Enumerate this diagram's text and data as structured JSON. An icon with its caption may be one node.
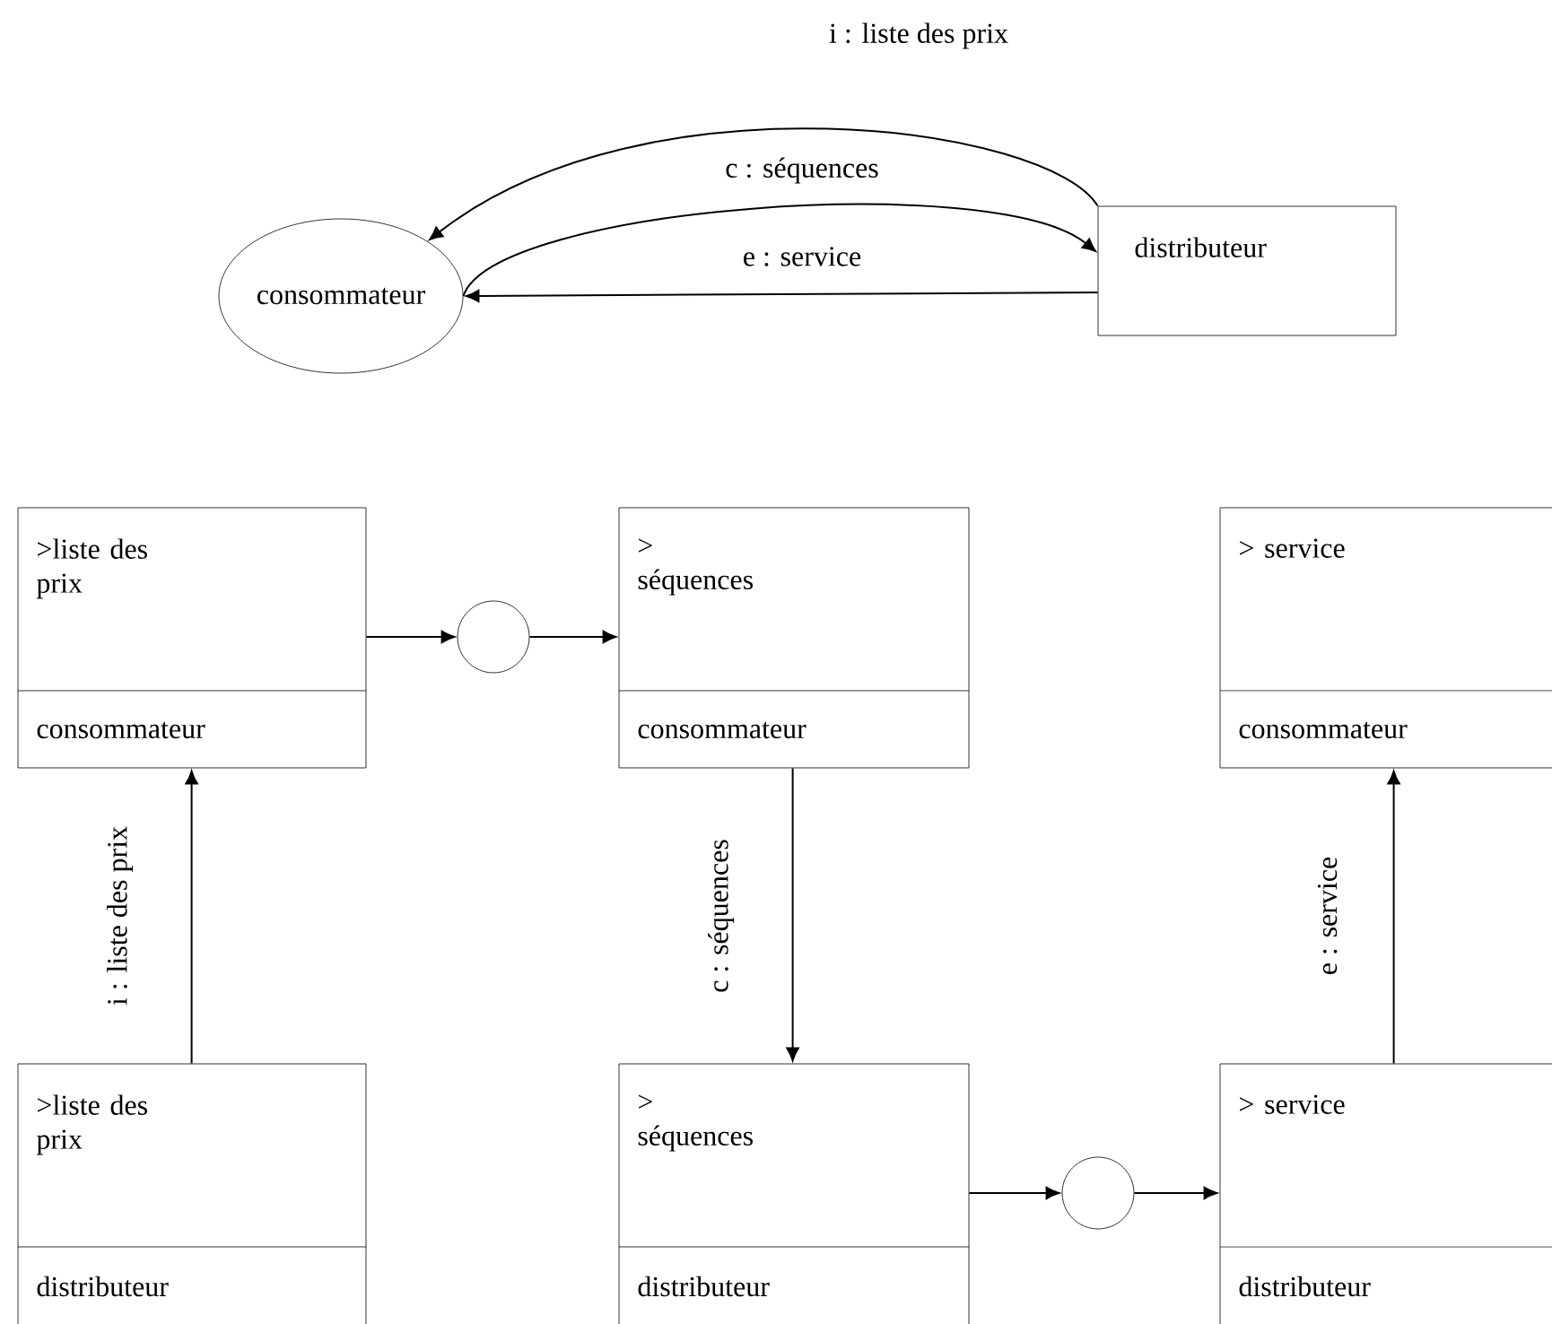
{
  "diagram": {
    "nodes": [
      {
        "text": [
          "consommateur"
        ]
      },
      {
        "text": [
          "distributeur"
        ]
      },
      {
        "text": [
          ">liste des prix",
          "consommateur"
        ]
      },
      {
        "text": [
          "> séquences",
          "consommateur"
        ]
      },
      {
        "text": [
          "> service",
          "consommateur"
        ]
      },
      {
        "text": [
          ">liste des prix",
          "distributeur"
        ]
      },
      {
        "text": [
          "> séquences",
          "distributeur"
        ]
      },
      {
        "text": [
          "> service",
          "distributeur"
        ]
      },
      {
        "text": [],
        "shape": "circle"
      },
      {
        "text": [],
        "shape": "circle"
      }
    ],
    "edges": [
      {
        "from": 1,
        "to": 0,
        "arrow": "to",
        "label": "i : liste des prix"
      },
      {
        "from": 0,
        "to": 1,
        "arrow": "to",
        "label": "c :  séquences"
      },
      {
        "from": 1,
        "to": 0,
        "arrow": "to",
        "label": "e :  service"
      },
      {
        "from": 2,
        "to": 8,
        "arrow": "to"
      },
      {
        "from": 8,
        "to": 3,
        "arrow": "to"
      },
      {
        "from": 5,
        "to": 2,
        "arrow": "to",
        "label": "i : liste des prix"
      },
      {
        "from": 3,
        "to": 6,
        "arrow": "to",
        "label": "c :  séquences"
      },
      {
        "from": 7,
        "to": 4,
        "arrow": "to",
        "label": "e :  service"
      },
      {
        "from": 6,
        "to": 9,
        "arrow": "to"
      },
      {
        "from": 9,
        "to": 7,
        "arrow": "to"
      }
    ]
  }
}
